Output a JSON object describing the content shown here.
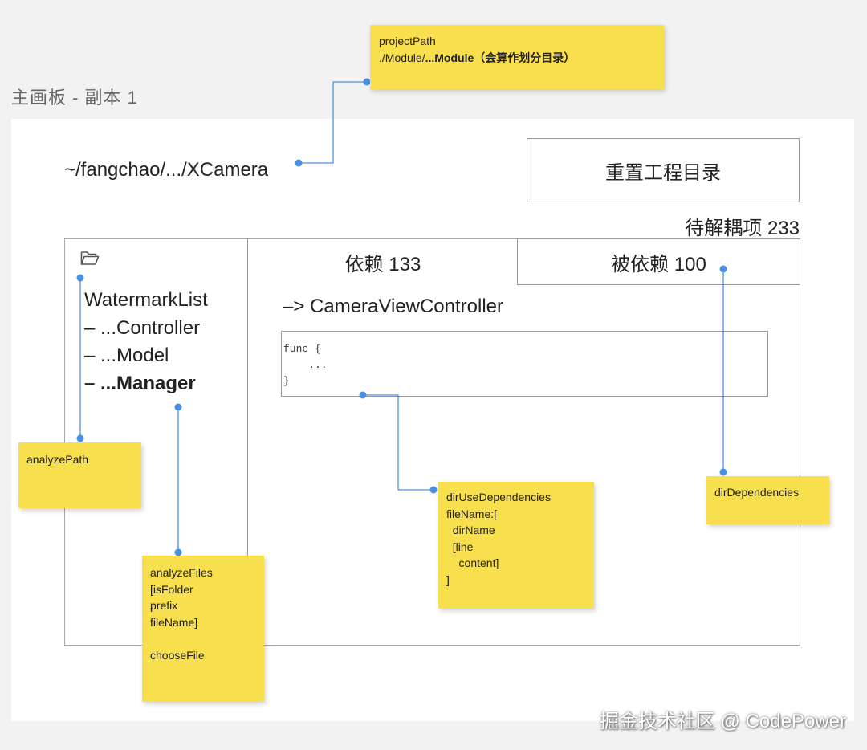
{
  "board_title": "主画板 - 副本 1",
  "project_path": "~/fangchao/.../XCamera",
  "reset_button_label": "重置工程目录",
  "pending_label": "待解耦项 233",
  "folder_icon": "folder-open-icon",
  "tree": [
    {
      "label": "WatermarkList",
      "bold": false
    },
    {
      "label": "– ...Controller",
      "bold": false
    },
    {
      "label": "– ...Model",
      "bold": false
    },
    {
      "label": "– ...Manager",
      "bold": true
    }
  ],
  "tabs": {
    "dependencies": "依赖 133",
    "dependents": "被依赖 100"
  },
  "controller_label": "–> CameraViewController",
  "code_block": "func {\n    ...\n}",
  "notes": {
    "project_path_title": "projectPath",
    "project_path_prefix": "./Module/",
    "project_path_bold": "...Module（会算作划分目录）",
    "analyze_path": "analyzePath",
    "analyze_files": "analyzeFiles\n[isFolder\nprefix\nfileName]\n\nchooseFile",
    "dir_use_dependencies": "dirUseDependencies\nfileName:[\n  dirName\n  [line\n    content]\n]",
    "dir_dependencies": "dirDependencies"
  },
  "watermark": "掘金技术社区 @ CodePower",
  "colors": {
    "note_yellow": "#f8df4e",
    "connector_blue": "#4a90e2"
  }
}
